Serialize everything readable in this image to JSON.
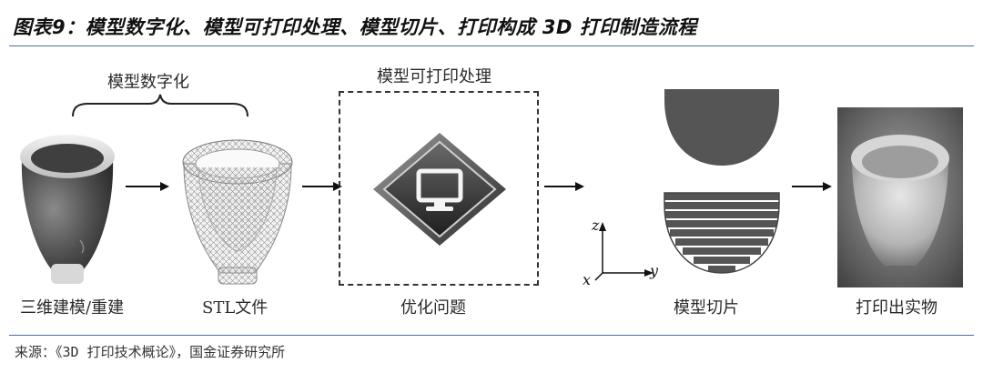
{
  "header": {
    "title": "图表9：模型数字化、模型可打印处理、模型切片、打印构成 3D 打印制造流程"
  },
  "diagram": {
    "groups": {
      "digitization": "模型数字化",
      "printable_processing": "模型可打印处理"
    },
    "steps": {
      "scan": "三维建模/重建",
      "stl": "STL文件",
      "optimize": "优化问题",
      "slice": "模型切片",
      "print": "打印出实物"
    },
    "axes": {
      "z": "z",
      "x": "x",
      "y": "y"
    }
  },
  "footer": {
    "source": "来源：《3D 打印技术概论》，国金证券研究所"
  },
  "colors": {
    "rule": "#4a6f9a",
    "model_dark": "#555555",
    "slice_fill": "#5a5a5a"
  }
}
